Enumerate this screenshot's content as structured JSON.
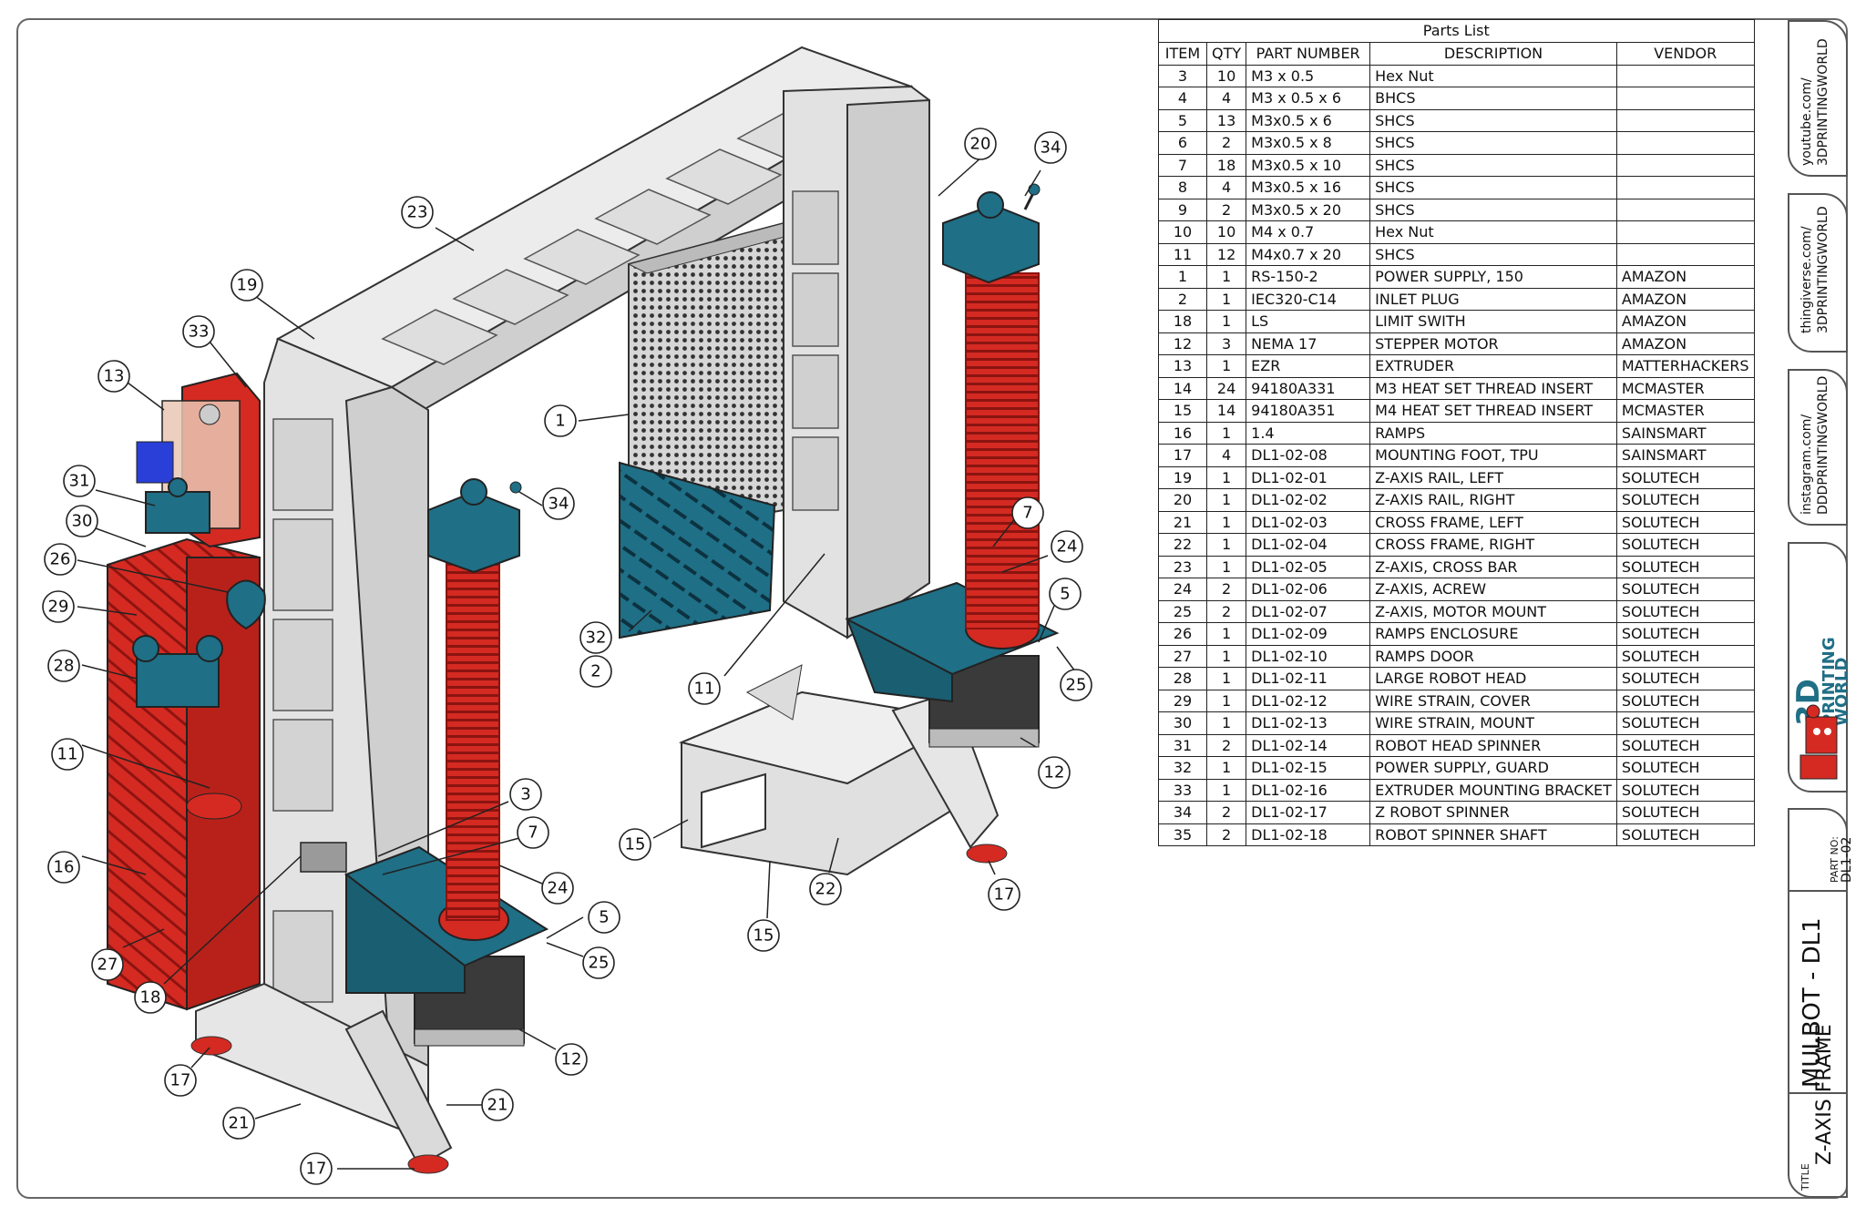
{
  "drawing": {
    "balloons": [
      "23",
      "19",
      "33",
      "13",
      "31",
      "30",
      "26",
      "29",
      "28",
      "11",
      "16",
      "27",
      "18",
      "17",
      "21",
      "21",
      "17",
      "3",
      "7",
      "24",
      "5",
      "25",
      "12",
      "34",
      "1",
      "32",
      "2",
      "11",
      "20",
      "34",
      "7",
      "24",
      "5",
      "25",
      "12",
      "17",
      "22",
      "15",
      "15"
    ]
  },
  "parts_list": {
    "title": "Parts List",
    "headers": [
      "ITEM",
      "QTY",
      "PART NUMBER",
      "DESCRIPTION",
      "VENDOR"
    ],
    "rows": [
      [
        "3",
        "10",
        "M3 x 0.5",
        "Hex Nut",
        ""
      ],
      [
        "4",
        "4",
        "M3 x 0.5 x 6",
        "BHCS",
        ""
      ],
      [
        "5",
        "13",
        "M3x0.5 x 6",
        "SHCS",
        ""
      ],
      [
        "6",
        "2",
        "M3x0.5 x 8",
        "SHCS",
        ""
      ],
      [
        "7",
        "18",
        "M3x0.5 x 10",
        "SHCS",
        ""
      ],
      [
        "8",
        "4",
        "M3x0.5 x 16",
        "SHCS",
        ""
      ],
      [
        "9",
        "2",
        "M3x0.5 x 20",
        "SHCS",
        ""
      ],
      [
        "10",
        "10",
        "M4 x 0.7",
        "Hex Nut",
        ""
      ],
      [
        "11",
        "12",
        "M4x0.7 x 20",
        "SHCS",
        ""
      ],
      [
        "1",
        "1",
        " RS-150-2",
        "POWER SUPPLY, 150",
        "AMAZON"
      ],
      [
        "2",
        "1",
        "IEC320-C14",
        "INLET PLUG",
        "AMAZON"
      ],
      [
        "18",
        "1",
        "LS",
        "LIMIT SWITH",
        "AMAZON"
      ],
      [
        "12",
        "3",
        "NEMA 17",
        "STEPPER MOTOR",
        "AMAZON"
      ],
      [
        "13",
        "1",
        "EZR",
        "EXTRUDER",
        "MATTERHACKERS"
      ],
      [
        "14",
        "24",
        "94180A331",
        "M3 HEAT SET THREAD INSERT",
        "MCMASTER"
      ],
      [
        "15",
        "14",
        "94180A351",
        "M4 HEAT SET THREAD INSERT",
        "MCMASTER"
      ],
      [
        "16",
        "1",
        "1.4",
        "RAMPS",
        "SAINSMART"
      ],
      [
        "17",
        "4",
        "DL1-02-08",
        "MOUNTING FOOT, TPU",
        "SAINSMART"
      ],
      [
        "19",
        "1",
        "DL1-02-01",
        "Z-AXIS RAIL, LEFT",
        "SOLUTECH"
      ],
      [
        "20",
        "1",
        "DL1-02-02",
        "Z-AXIS RAIL, RIGHT",
        "SOLUTECH"
      ],
      [
        "21",
        "1",
        "DL1-02-03",
        "CROSS FRAME, LEFT",
        "SOLUTECH"
      ],
      [
        "22",
        "1",
        "DL1-02-04",
        "CROSS FRAME, RIGHT",
        "SOLUTECH"
      ],
      [
        "23",
        "1",
        "DL1-02-05",
        "Z-AXIS, CROSS BAR",
        "SOLUTECH"
      ],
      [
        "24",
        "2",
        "DL1-02-06",
        "Z-AXIS, ACREW",
        "SOLUTECH"
      ],
      [
        "25",
        "2",
        "DL1-02-07",
        "Z-AXIS, MOTOR MOUNT",
        "SOLUTECH"
      ],
      [
        "26",
        "1",
        "DL1-02-09",
        "RAMPS ENCLOSURE",
        "SOLUTECH"
      ],
      [
        "27",
        "1",
        "DL1-02-10",
        "RAMPS DOOR",
        "SOLUTECH"
      ],
      [
        "28",
        "1",
        "DL1-02-11",
        "LARGE ROBOT HEAD",
        "SOLUTECH"
      ],
      [
        "29",
        "1",
        "DL1-02-12",
        "WIRE STRAIN, COVER",
        "SOLUTECH"
      ],
      [
        "30",
        "1",
        "DL1-02-13",
        "WIRE STRAIN, MOUNT",
        "SOLUTECH"
      ],
      [
        "31",
        "2",
        "DL1-02-14",
        "ROBOT HEAD SPINNER",
        "SOLUTECH"
      ],
      [
        "32",
        "1",
        "DL1-02-15",
        "POWER SUPPLY, GUARD",
        "SOLUTECH"
      ],
      [
        "33",
        "1",
        "DL1-02-16",
        "EXTRUDER MOUNTING  BRACKET",
        "SOLUTECH"
      ],
      [
        "34",
        "2",
        "DL1-02-17",
        "Z ROBOT SPINNER",
        "SOLUTECH"
      ],
      [
        "35",
        "2",
        "DL1-02-18",
        "ROBOT SPINNER SHAFT",
        "SOLUTECH"
      ]
    ]
  },
  "title_block": {
    "youtube": [
      "youtube.com/",
      "3DPRINTINGWORLD"
    ],
    "thingiverse": [
      "thingiverse.com/",
      "3DPRINTINGWORLD"
    ],
    "instagram": [
      "instagram.com/",
      "DDDPRINTINGWORLD"
    ],
    "logo_text": [
      "3D",
      "PRINTING",
      "WORLD"
    ],
    "part_no_label": [
      "PART NO:",
      "DL1-02"
    ],
    "project": "MULBOT - DL1",
    "title_label": "TITLE",
    "title": "Z-AXIS FRAME"
  },
  "colors": {
    "frame": "#e6e6e6",
    "red": "#d42a22",
    "teal": "#1f6f86",
    "motor": "#3a3a3a",
    "blue": "#2a3fd8"
  }
}
